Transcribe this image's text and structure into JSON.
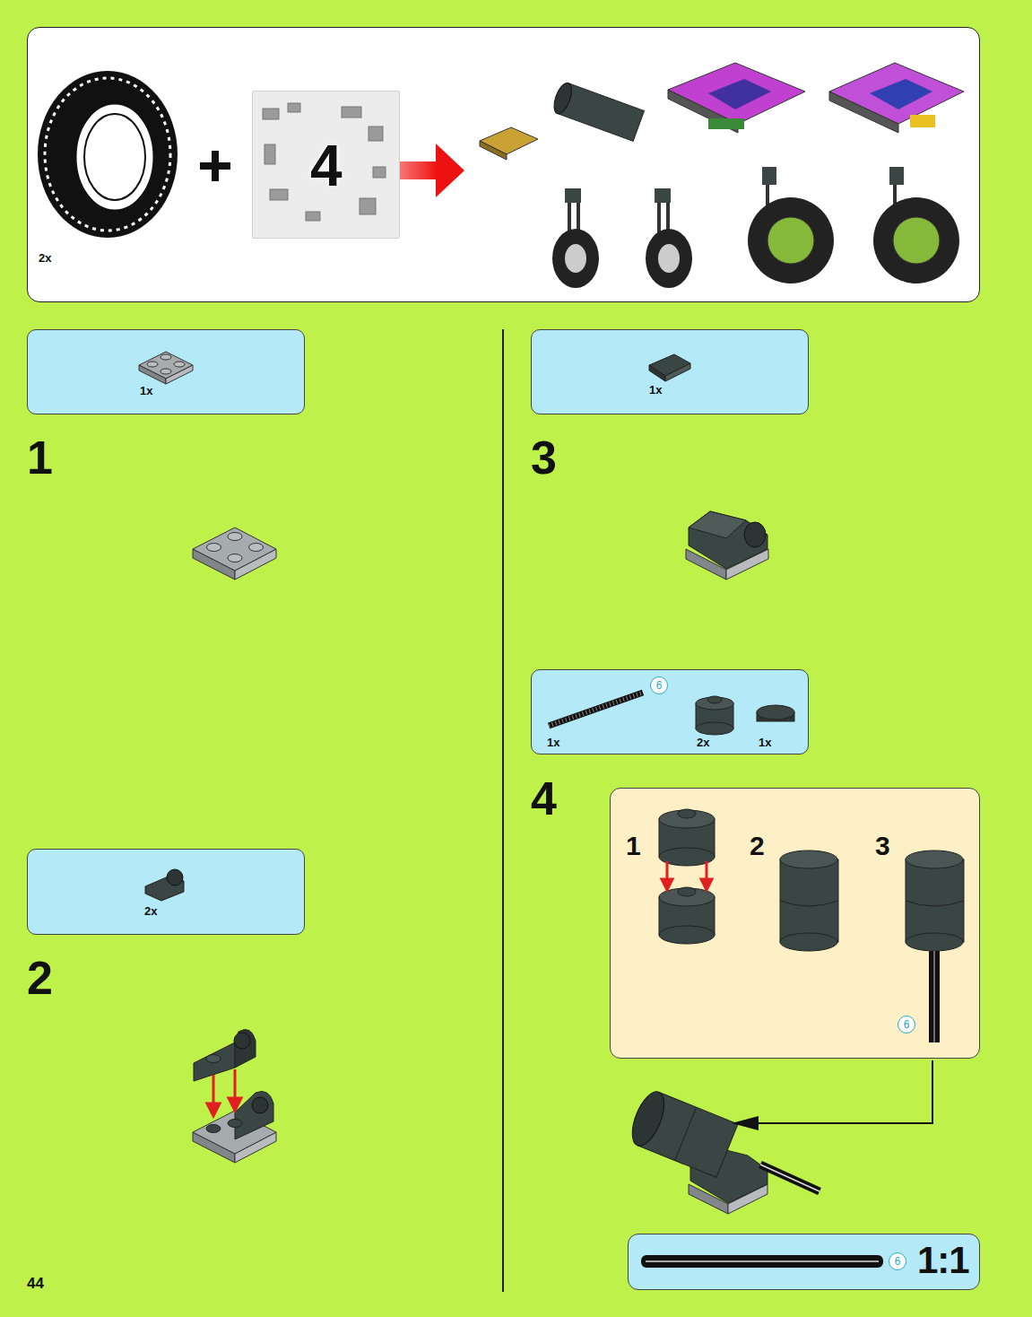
{
  "diagram": {
    "nodes": [
      {
        "text": [
          "2x"
        ]
      },
      {
        "text": [
          "4"
        ],
        "in": 0
      },
      {
        "text": [
          "1x"
        ]
      },
      {
        "text": [
          "2x"
        ]
      },
      {
        "text": [
          "1x"
        ]
      },
      {
        "text": [
          "6",
          "1x",
          "2x",
          "1x"
        ]
      },
      {
        "text": [
          "1",
          "2",
          "3",
          "6"
        ]
      },
      {
        "text": [
          "6",
          "1:1"
        ]
      }
    ],
    "labels": [
      "1",
      "2",
      "3",
      "4",
      "44"
    ]
  }
}
